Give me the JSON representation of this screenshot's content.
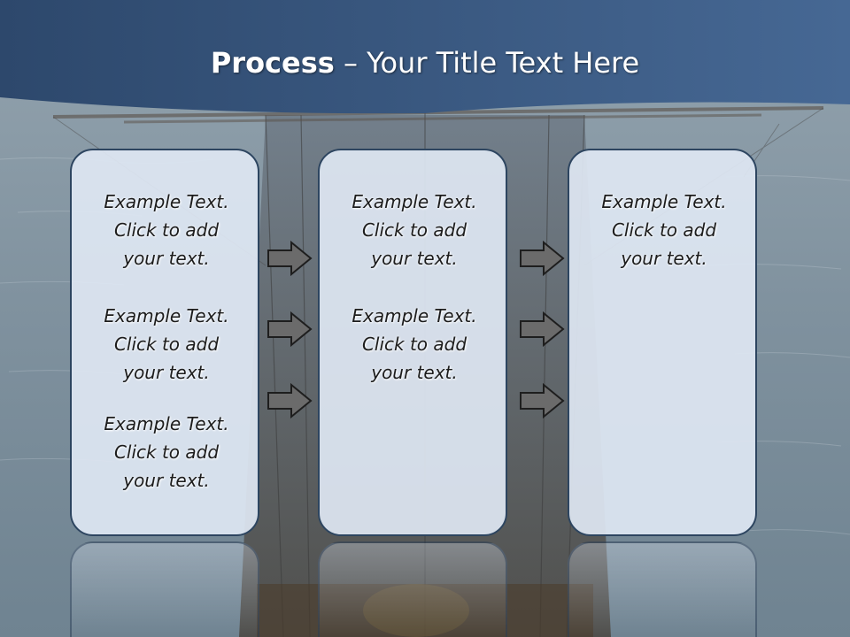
{
  "title": {
    "bold": "Process",
    "rest": " – Your Title Text Here"
  },
  "colors": {
    "header": "#33507a",
    "box_fill": "#dee6f2",
    "box_border": "#2d4560",
    "arrow_fill": "#6b6b6b"
  },
  "columns": [
    {
      "items": [
        {
          "lines": [
            "Example Text.",
            "Click  to add",
            "your text."
          ]
        },
        {
          "lines": [
            "Example Text.",
            "Click  to add",
            "your text."
          ]
        },
        {
          "lines": [
            "Example Text.",
            "Click  to add",
            "your text."
          ]
        }
      ]
    },
    {
      "items": [
        {
          "lines": [
            "Example Text.",
            "Click  to add",
            "your text."
          ]
        },
        {
          "lines": [
            "Example Text.",
            "Click  to add",
            "your text."
          ]
        }
      ]
    },
    {
      "items": [
        {
          "lines": [
            "Example Text.",
            "Click  to add",
            "your text."
          ]
        }
      ]
    }
  ],
  "arrow_icon": "right-arrow-icon"
}
